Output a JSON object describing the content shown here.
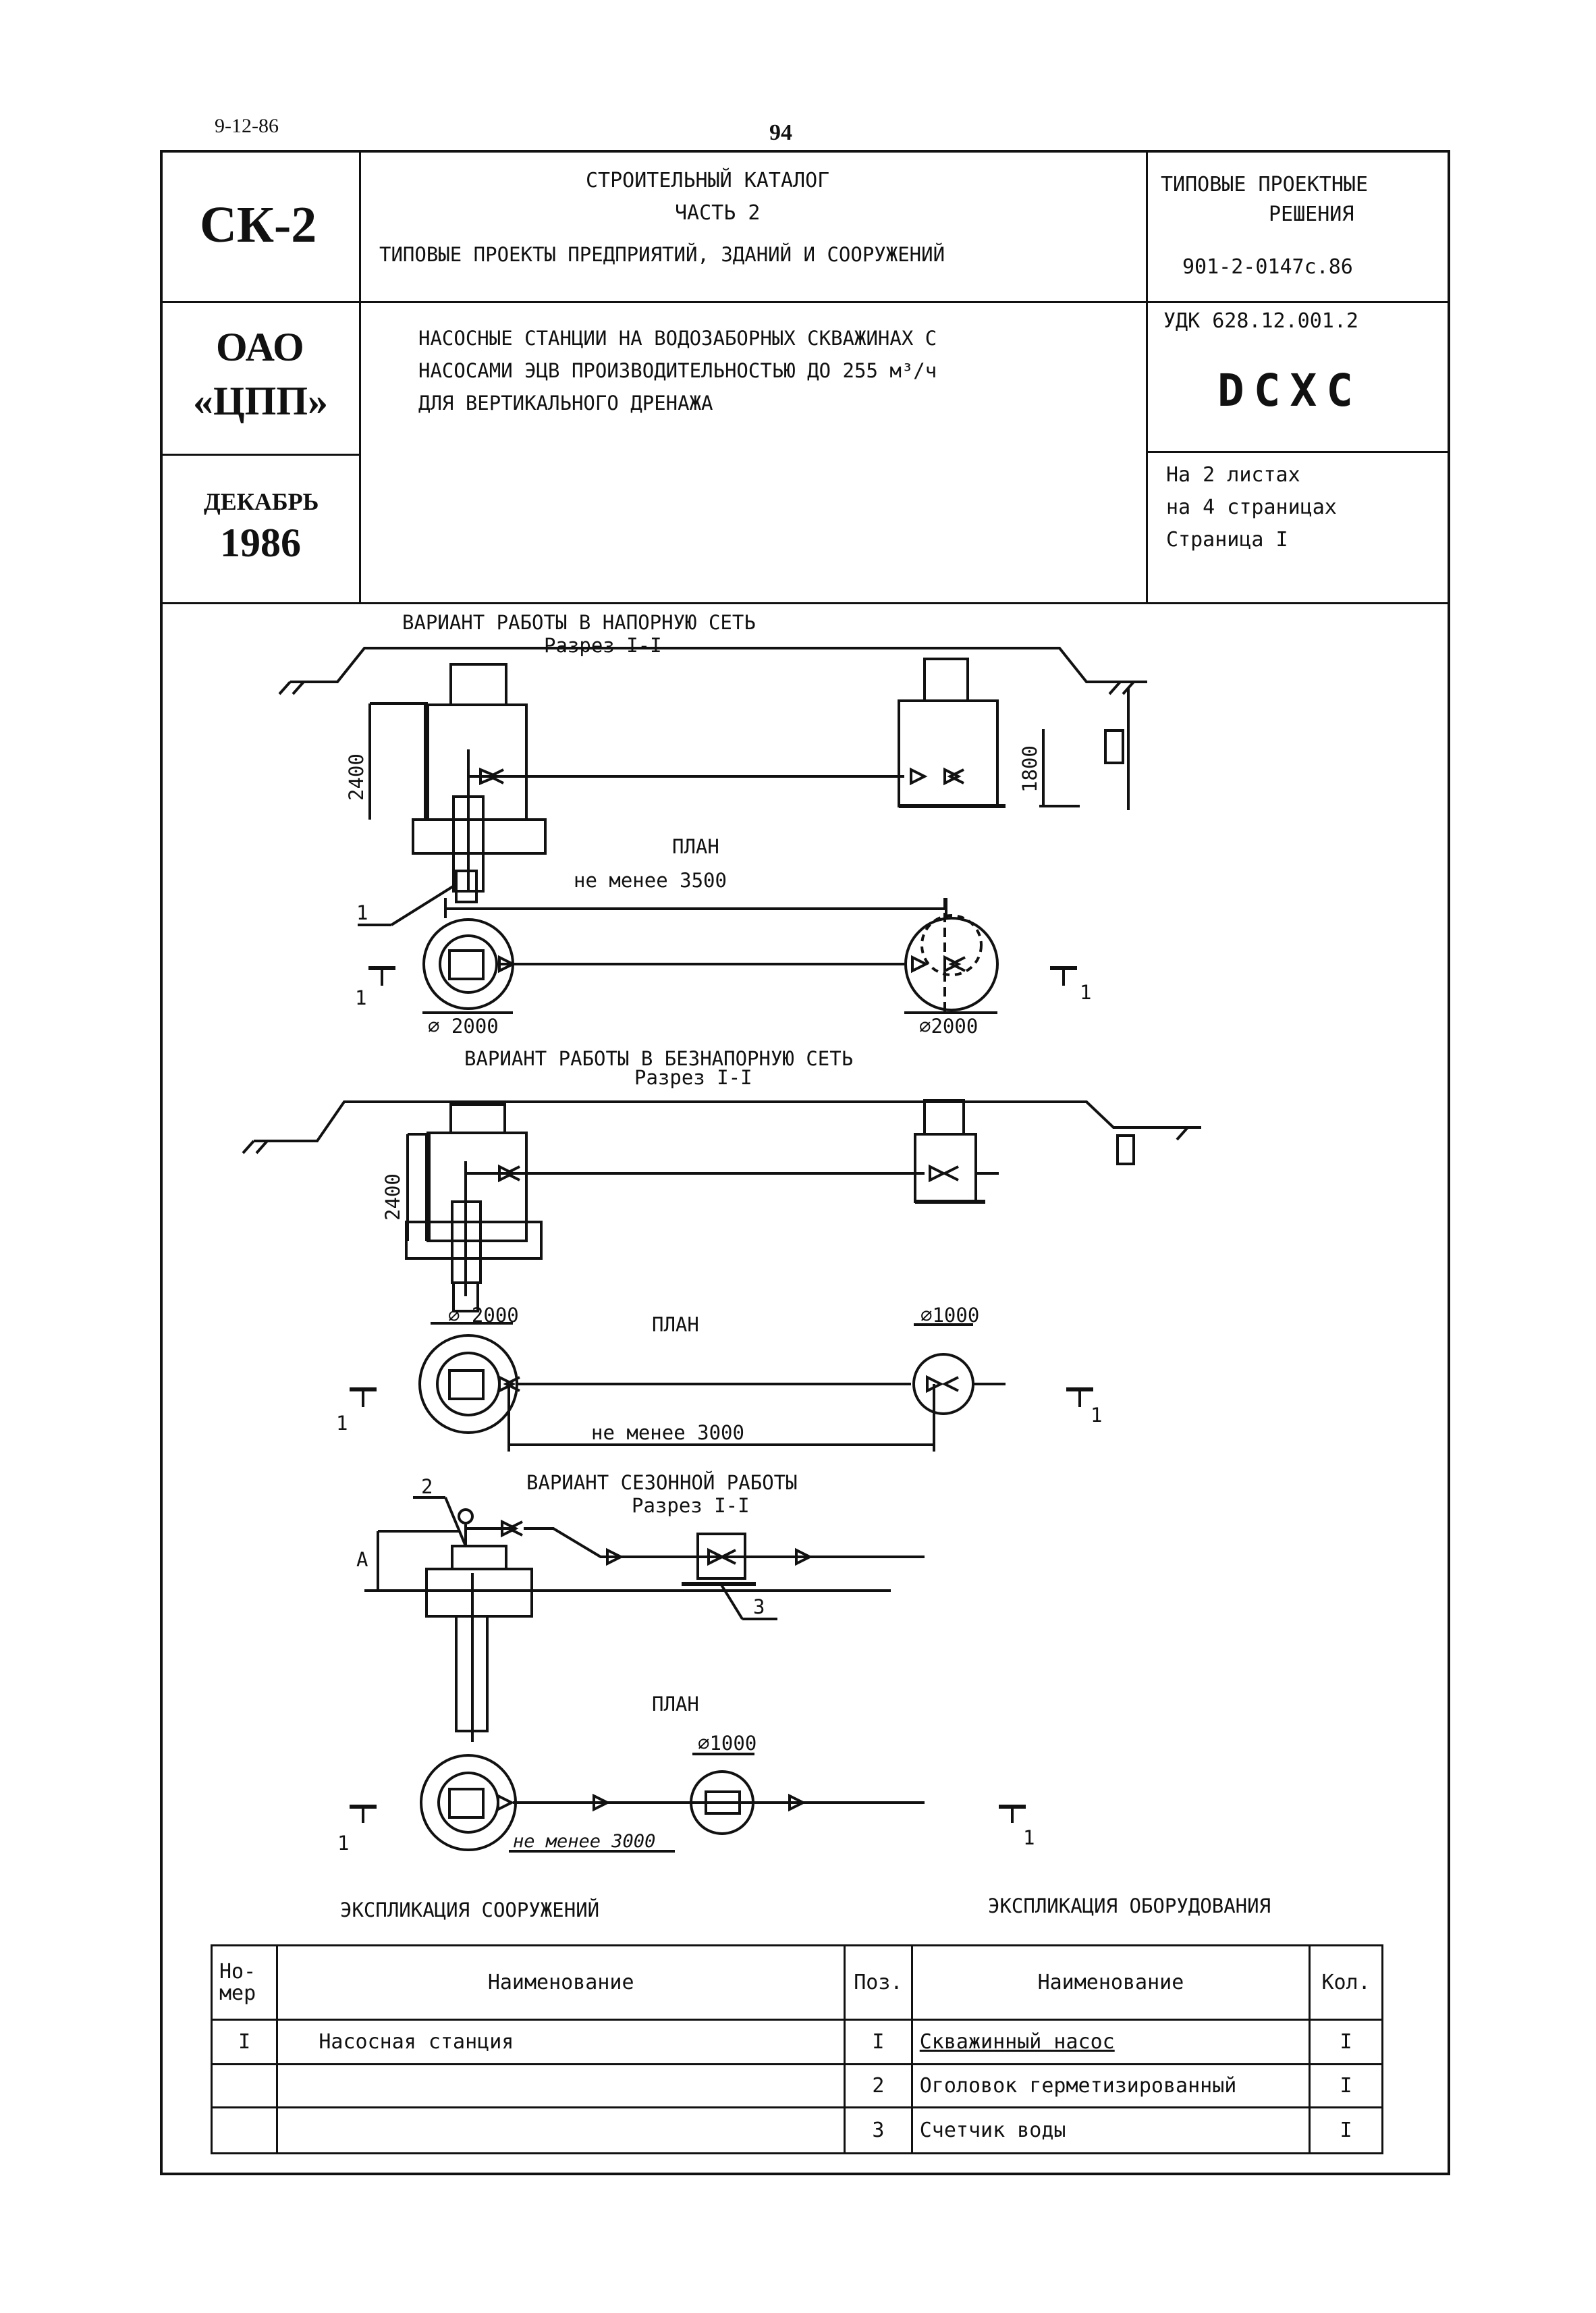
{
  "top": {
    "date": "9-12-86",
    "page_number": "94"
  },
  "header": {
    "code": "СК-2",
    "org_line1": "ОАО",
    "org_line2": "«ЦПП»",
    "month": "ДЕКАБРЬ",
    "year": "1986",
    "catalog_line1": "СТРОИТЕЛЬНЫЙ КАТАЛОГ",
    "catalog_line2": "ЧАСТЬ 2",
    "catalog_line3": "ТИПОВЫЕ ПРОЕКТЫ ПРЕДПРИЯТИЙ, ЗДАНИЙ И СООРУЖЕНИЙ",
    "solutions_line1": "ТИПОВЫЕ ПРОЕКТНЫЕ",
    "solutions_line2": "РЕШЕНИЯ",
    "project_code": "901-2-0147с.86",
    "title_line1": "НАСОСНЫЕ СТАНЦИИ НА ВОДОЗАБОРНЫХ СКВАЖИНАХ  С",
    "title_line2": "НАСОСАМИ ЭЦВ ПРОИЗВОДИТЕЛЬНОСТЬЮ ДО 255 м³/ч",
    "title_line3": "ДЛЯ ВЕРТИКАЛЬНОГО ДРЕНАЖА",
    "udk": "УДК 628.12.001.2",
    "stamp": "DCXC",
    "sheets_line1": "На 2 листах",
    "sheets_line2": "на 4 страницах",
    "sheets_line3": "Страница I"
  },
  "drawing": {
    "s1_title": "ВАРИАНТ РАБОТЫ В НАПОРНУЮ СЕТЬ",
    "s1_section": "Разрез I-I",
    "s1_dim_left": "2400",
    "s1_dim_right": "1800",
    "s1_plan": "ПЛАН",
    "s1_dist": "не менее 3500",
    "s1_callout": "1",
    "s1_diam_left": "⌀ 2000",
    "s1_diam_right": "⌀2000",
    "cut_mark": "1",
    "s2_title": "ВАРИАНТ РАБОТЫ В БЕЗНАПОРНУЮ СЕТЬ",
    "s2_section": "Разрез I-I",
    "s2_dim_left": "2400",
    "s2_plan": "ПЛАН",
    "s2_diam_left": "⌀ 2000",
    "s2_diam_right": "⌀1000",
    "s2_dist": "не менее 3000",
    "s3_title": "ВАРИАНТ СЕЗОННОЙ РАБОТЫ",
    "s3_section": "Разрез I-I",
    "s3_callout2": "2",
    "s3_callout3": "3",
    "s3_dim_a": "А",
    "s3_plan": "ПЛАН",
    "s3_diam": "⌀1000",
    "s3_dist": "не менее 3000"
  },
  "explication": {
    "structures_title": "ЭКСПЛИКАЦИЯ СООРУЖЕНИЙ",
    "equipment_title": "ЭКСПЛИКАЦИЯ ОБОРУДОВАНИЯ",
    "headers": {
      "num": "Но-\nмер",
      "name": "Наименование",
      "pos": "Поз.",
      "eq_name": "Наименование",
      "qty": "Кол."
    },
    "structures": [
      {
        "num": "I",
        "name": "Насосная станция"
      }
    ],
    "equipment": [
      {
        "pos": "I",
        "name": "Скважинный насос",
        "qty": "I"
      },
      {
        "pos": "2",
        "name": "Оголовок герметизированный",
        "qty": "I"
      },
      {
        "pos": "3",
        "name": "Счетчик воды",
        "qty": "I"
      }
    ]
  }
}
